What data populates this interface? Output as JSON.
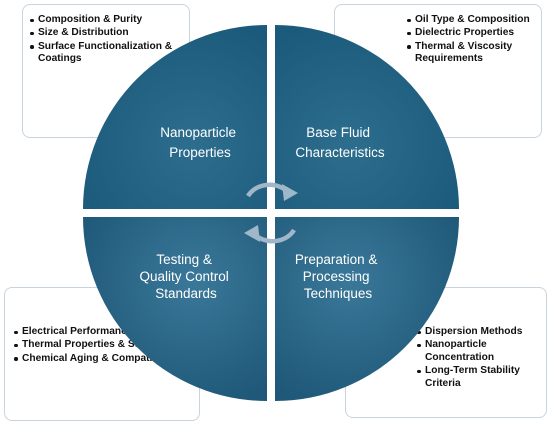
{
  "colors": {
    "quadrant_top": "#1b5a7a",
    "quadrant_bottom": "#275d7e",
    "arrow": "#9fb7c9",
    "box_border": "#c8d3dc"
  },
  "quadrants": {
    "top_left": {
      "line1": "Nanoparticle",
      "line2": "Properties"
    },
    "top_right": {
      "line1": "Base Fluid",
      "line2": "Characteristics"
    },
    "bottom_left": {
      "line1": "Testing &",
      "line2": "Quality Control",
      "line3": "Standards"
    },
    "bottom_right": {
      "line1": "Preparation &",
      "line2": "Processing",
      "line3": "Techniques"
    }
  },
  "boxes": {
    "top_left": {
      "items": [
        "Composition & Purity",
        "Size & Distribution",
        "Surface Functionalization & Coatings"
      ]
    },
    "top_right": {
      "items": [
        "Oil Type & Composition",
        "Dielectric Properties",
        "Thermal & Viscosity Requirements"
      ]
    },
    "bottom_left": {
      "items": [
        "Electrical Performance",
        "Thermal Properties & Stability",
        "Chemical Aging & Compatibility"
      ]
    },
    "bottom_right": {
      "items": [
        "Dispersion Methods",
        "Nanoparticle Concentration",
        "Long-Term Stability Criteria"
      ]
    }
  },
  "cycle_icon": "circular-arrows-icon"
}
